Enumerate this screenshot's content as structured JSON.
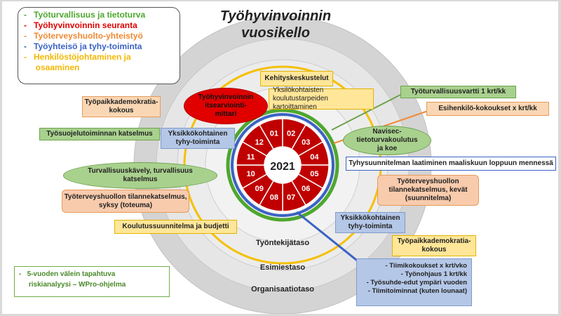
{
  "title": "Työhyvinvoinnin vuosikello",
  "legend": [
    {
      "text": "Työturvallisuus ja tietoturva",
      "color": "#4ea72e"
    },
    {
      "text": "Työhyvinvoinnin seuranta",
      "color": "#e00000"
    },
    {
      "text": "Työterveyshuolto-yhteistyö",
      "color": "#f08a35"
    },
    {
      "text": "Työyhteisö ja tyhy-toiminta",
      "color": "#3a62c4"
    },
    {
      "text": "Henkilöstöjohtaminen ja osaaminen",
      "color": "#f3b800"
    }
  ],
  "center_year": "2021",
  "months": [
    "01",
    "02",
    "03",
    "04",
    "05",
    "06",
    "07",
    "08",
    "09",
    "10",
    "11",
    "12"
  ],
  "levels": {
    "worker": "Työntekijätaso",
    "supervisor": "Esimiestaso",
    "organization": "Organisaatiotaso"
  },
  "items": {
    "kehityskeskustelut": "Kehityskeskustelut",
    "koulutustarpeet": "Yksilökohtaisten koulutustarpeiden kartoittaminen",
    "itsearviointi": "Työhyvinvoinnin itsearviointi-mittari",
    "tpd_top": "Työpaikkademokratia-kokous",
    "turvallisuusvartti": "Työturvallisuusvartti 1 krt/kk",
    "esihenkilo": "Esihenkilö-kokoukset x krt/kk",
    "tyosuojelu": "Työsuojelutoiminnan katselmus",
    "tyhy_top": "Yksikkökohtainen tyhy-toiminta",
    "navisec": "Navisec-tietoturvakoulutus ja koe",
    "tyhysuunnitelma": "Tyhysuunnitelman laatiminen maaliskuun loppuun mennessä",
    "turvallisuuskavely": "Turvallisuuskävely, turvallisuus katselmus",
    "tth_syksy": "Työterveyshuollon tilannekatselmus, syksy (toteuma)",
    "tth_kevat": "Työterveyshuollon tilannekatselmus, kevät (suunnitelma)",
    "koulutussuunnitelma": "Koulutussuunnitelma ja budjetti",
    "tyhy_bottom": "Yksikkökohtainen tyhy-toiminta",
    "tpd_bottom": "Työpaikkademokratia-kokous"
  },
  "team_list": [
    "Tiimikokoukset x krt/vko",
    "Työnohjaus 1 krt/kk",
    "Työsuhde-edut ympäri vuoden",
    "Tiimitoiminnat (kuten lounaat)"
  ],
  "risk_note": [
    "5-vuoden välein tapahtuva",
    "riskianalyysi – WPro-ohjelma"
  ]
}
